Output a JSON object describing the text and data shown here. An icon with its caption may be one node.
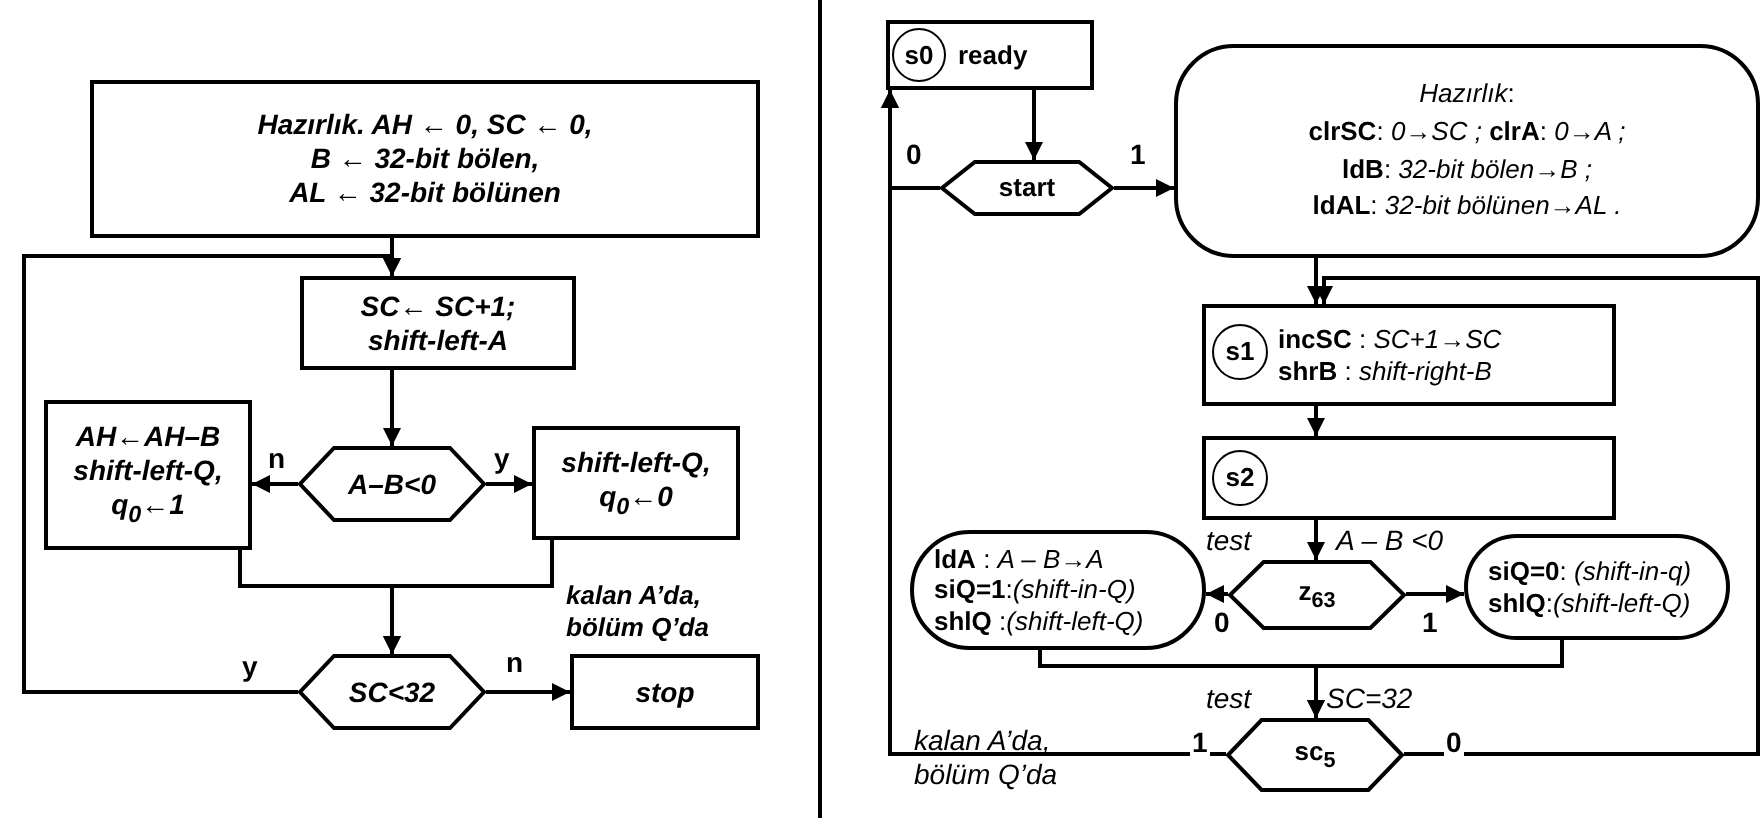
{
  "diagram": {
    "nodes": [
      {
        "text": [
          "Hazırlık.  AH ← 0,  SC ← 0,",
          "B ←  32-bit bölen,",
          "AL ←  32-bit bölünen"
        ]
      },
      {
        "text": [
          "SC← SC+1;",
          "shift-left-A"
        ]
      },
      {
        "text": [
          "A–B<0"
        ]
      },
      {
        "text": [
          "AH←AH–B",
          "shift-left-Q,",
          "q$_{0}$←1"
        ]
      },
      {
        "text": [
          "shift-left-Q,",
          "q$_{0}$←0"
        ]
      },
      {
        "text": [
          "SC<32"
        ]
      },
      {
        "text": [
          "stop"
        ],
        "beside": [
          "kalan A’da, bölüm Q’da"
        ]
      },
      {
        "text": [
          "ready"
        ]
      },
      {
        "text": [
          "s0"
        ],
        "in": 7
      },
      {
        "text": [
          "start"
        ]
      },
      {
        "text": [
          "*Hazırlık*:",
          "**clrSC**: *0→SC ;* **clrA**: *0→A ;*",
          "**ldB**: *32-bit bölen→B ;*",
          "**ldAL**: *32-bit bölünen→AL .*"
        ]
      },
      {
        "text": [
          "**incSC** : *SC+1→SC*",
          "**shrB** : *shift-right-B*"
        ]
      },
      {
        "text": [
          "s1"
        ],
        "in": 11
      },
      {
        "text": [],
        "shape": "box"
      },
      {
        "text": [
          "s2"
        ],
        "in": 13
      },
      {
        "text": [
          "z$_{63}$"
        ]
      },
      {
        "text": [
          "**ldA** : *A – B→A*",
          "**siQ=1**:*(shift-in-Q)*",
          "**shlQ** :*(shift-left-Q)*"
        ]
      },
      {
        "text": [
          "**siQ=0**: *(shift-in-q)*",
          "**shlQ**:*(shift-left-Q)*"
        ]
      },
      {
        "text": [
          "sc$_{5}$"
        ]
      }
    ],
    "edges": [
      {
        "from": 0,
        "to": 1,
        "arrow": "to"
      },
      {
        "from": 1,
        "to": 2,
        "arrow": "to"
      },
      {
        "from": 2,
        "to": 3,
        "arrow": "to",
        "label": "n"
      },
      {
        "from": 2,
        "to": 4,
        "arrow": "to",
        "label": "y"
      },
      {
        "from": 3,
        "to": 5,
        "arrow": "to"
      },
      {
        "from": 4,
        "to": 5,
        "arrow": "to"
      },
      {
        "from": 5,
        "to": 1,
        "arrow": "to",
        "label": "y"
      },
      {
        "from": 5,
        "to": 6,
        "arrow": "to",
        "label": "n"
      },
      {
        "from": 7,
        "to": 9,
        "arrow": "to"
      },
      {
        "from": 9,
        "to": 10,
        "arrow": "to",
        "label": "1"
      },
      {
        "from": 9,
        "to": 7,
        "arrow": "to",
        "label": "0"
      },
      {
        "from": 10,
        "to": 11,
        "arrow": "to"
      },
      {
        "from": 11,
        "to": 13,
        "arrow": "to"
      },
      {
        "from": 13,
        "to": 15,
        "arrow": "to"
      },
      {
        "from": 15,
        "to": 16,
        "arrow": "to",
        "label": "0"
      },
      {
        "from": 15,
        "to": 17,
        "arrow": "to",
        "label": "1"
      },
      {
        "from": 16,
        "to": 18,
        "arrow": "to"
      },
      {
        "from": 17,
        "to": 18,
        "arrow": "to"
      },
      {
        "from": 18,
        "to": 7,
        "arrow": "to",
        "label": "1"
      },
      {
        "from": 18,
        "to": 11,
        "arrow": "to",
        "label": "0"
      }
    ],
    "labels": [
      "test",
      "A – B <0",
      "test",
      "SC=32",
      "kalan A’da, bölüm Q’da"
    ]
  }
}
